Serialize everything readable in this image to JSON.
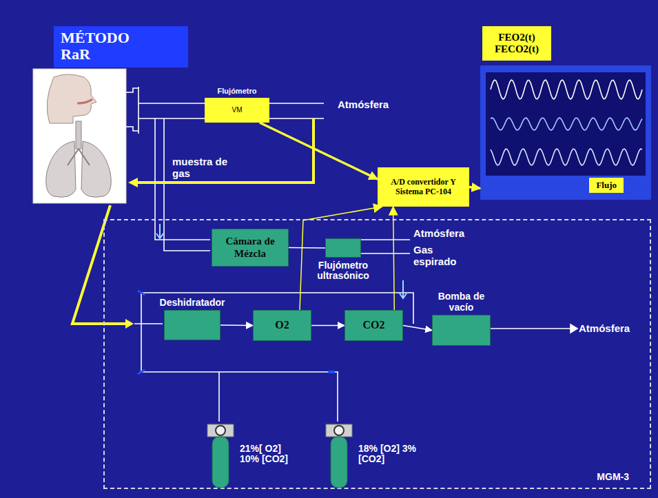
{
  "diagram": {
    "title": "MÉTODO RaR",
    "nodes": [
      {
        "text": [
          "Flujómetro",
          "VM"
        ]
      },
      {
        "text": [
          "A/D convertidor Y Sistema PC-104"
        ]
      },
      {
        "text": [
          "FEO2(t) FECO2(t)"
        ]
      },
      {
        "text": [
          "Flujo"
        ]
      },
      {
        "text": [
          "MGM-3"
        ]
      },
      {
        "text": [
          "Cámara de Mézcla"
        ],
        "in": 4
      },
      {
        "text": [
          "Flujómetro ultrasónico"
        ],
        "in": 4
      },
      {
        "text": [
          "Deshidratador"
        ],
        "in": 4
      },
      {
        "text": [
          "O2"
        ],
        "in": 4
      },
      {
        "text": [
          "CO2"
        ],
        "in": 4
      },
      {
        "text": [
          "Bomba de vacío"
        ],
        "in": 4
      },
      {
        "text": [
          "21%[ O2] 10% [CO2]"
        ],
        "in": 4
      },
      {
        "text": [
          "18% [O2] 3% [CO2]"
        ],
        "in": 4
      }
    ],
    "edges": [
      {
        "from": 0,
        "to": 1,
        "arrow": "to"
      },
      {
        "from": 1,
        "to": 3,
        "arrow": "to"
      },
      {
        "from": 8,
        "to": 1,
        "arrow": "to"
      },
      {
        "from": 9,
        "to": 1,
        "arrow": "to"
      },
      {
        "from": 5,
        "to": 6,
        "arrow": "none"
      },
      {
        "from": 7,
        "to": 8,
        "arrow": "to"
      },
      {
        "from": 8,
        "to": 9,
        "arrow": "to"
      },
      {
        "from": 9,
        "to": 10,
        "arrow": "to"
      }
    ],
    "labels": [
      "Atmósfera",
      "muestra de gas",
      "Atmósfera",
      "Gas espirado",
      "Atmósfera"
    ]
  }
}
